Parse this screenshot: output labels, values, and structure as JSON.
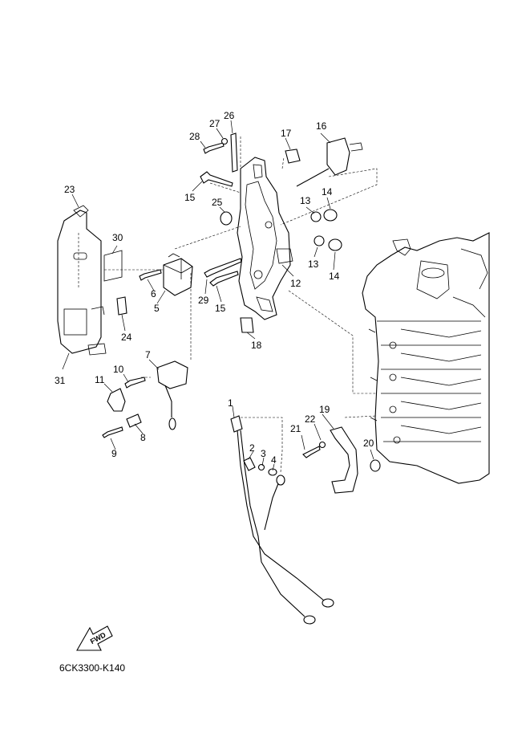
{
  "diagram_code": "6CK3300-K140",
  "fwd_label": "FWD",
  "callouts": {
    "c1": "1",
    "c2": "2",
    "c3": "3",
    "c4": "4",
    "c5": "5",
    "c6": "6",
    "c7": "7",
    "c8": "8",
    "c9": "9",
    "c10": "10",
    "c11": "11",
    "c12": "12",
    "c13a": "13",
    "c13b": "13",
    "c14a": "14",
    "c14b": "14",
    "c15a": "15",
    "c15b": "15",
    "c16": "16",
    "c17": "17",
    "c18": "18",
    "c19": "19",
    "c20": "20",
    "c21": "21",
    "c22": "22",
    "c23": "23",
    "c24": "24",
    "c25": "25",
    "c26": "26",
    "c27": "27",
    "c28": "28",
    "c29": "29",
    "c30": "30",
    "c31": "31"
  }
}
